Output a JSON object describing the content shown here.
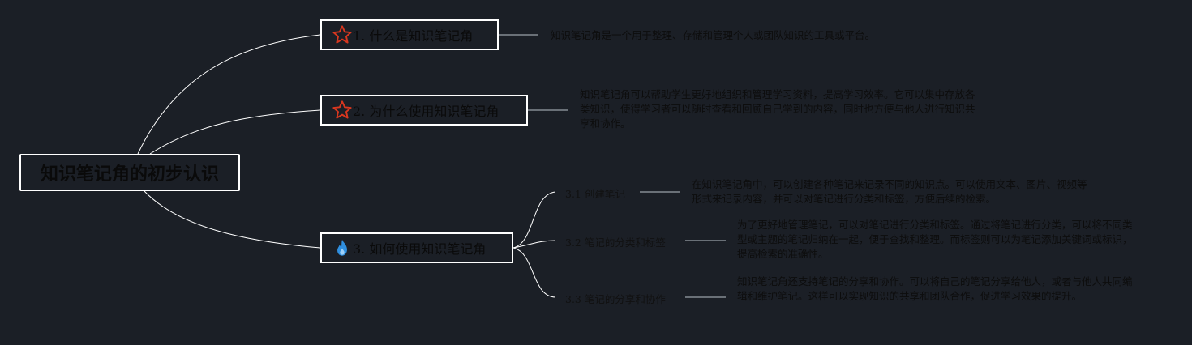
{
  "root": {
    "title": "知识笔记角的初步认识"
  },
  "branches": [
    {
      "label": "1. 什么是知识笔记角",
      "icon": "star-icon",
      "icon_color": "#d9371f",
      "description": "知识笔记角是一个用于整理、存储和管理个人或团队知识的工具或平台。"
    },
    {
      "label": "2. 为什么使用知识笔记角",
      "icon": "star-icon",
      "icon_color": "#d9371f",
      "description": "知识笔记角可以帮助学生更好地组织和管理学习资料，提高学习效率。它可以集中存放各类知识，使得学习者可以随时查看和回顾自己学到的内容，同时也方便与他人进行知识共享和协作。"
    },
    {
      "label": "3. 如何使用知识笔记角",
      "icon": "fire-icon",
      "icon_color": "#2f8fe0",
      "children": [
        {
          "label": "3.1 创建笔记",
          "description": "在知识笔记角中，可以创建各种笔记来记录不同的知识点。可以使用文本、图片、视频等形式来记录内容，并可以对笔记进行分类和标签，方便后续的检索。"
        },
        {
          "label": "3.2 笔记的分类和标签",
          "description": "为了更好地管理笔记，可以对笔记进行分类和标签。通过将笔记进行分类，可以将不同类型或主题的笔记归纳在一起，便于查找和整理。而标签则可以为笔记添加关键词或标识，提高检索的准确性。"
        },
        {
          "label": "3.3 笔记的分享和协作",
          "description": "知识笔记角还支持笔记的分享和协作。可以将自己的笔记分享给他人，或者与他人共同编辑和维护笔记。这样可以实现知识的共享和团队合作，促进学习效果的提升。"
        }
      ]
    }
  ],
  "colors": {
    "background": "#1b1f26",
    "line": "#ffffff",
    "text": "#0d0d0d"
  }
}
